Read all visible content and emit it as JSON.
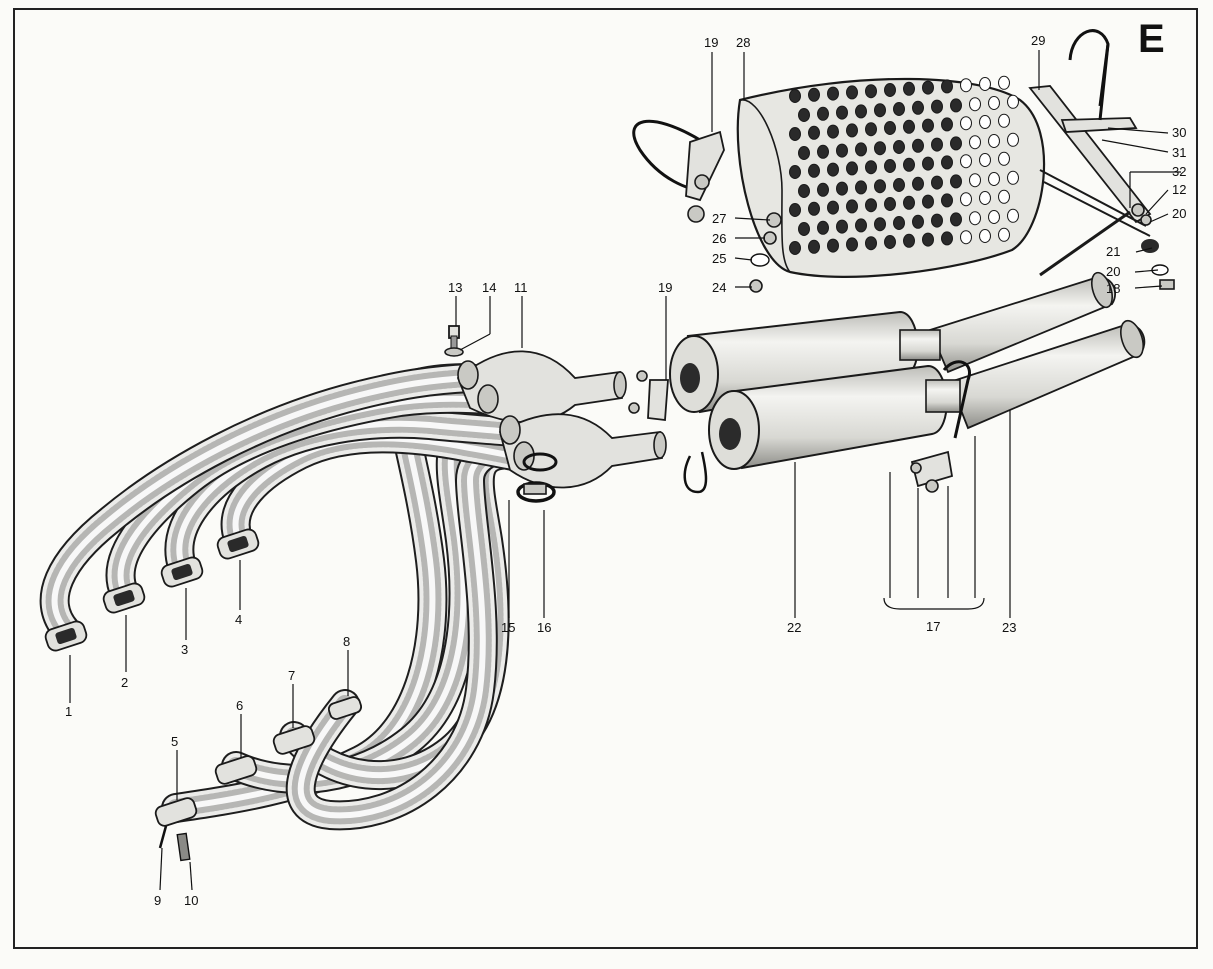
{
  "section_letter": "E",
  "callouts": [
    {
      "id": "1",
      "text": "1"
    },
    {
      "id": "2",
      "text": "2"
    },
    {
      "id": "3",
      "text": "3"
    },
    {
      "id": "4",
      "text": "4"
    },
    {
      "id": "5",
      "text": "5"
    },
    {
      "id": "6",
      "text": "6"
    },
    {
      "id": "7",
      "text": "7"
    },
    {
      "id": "8",
      "text": "8"
    },
    {
      "id": "9",
      "text": "9"
    },
    {
      "id": "10",
      "text": "10"
    },
    {
      "id": "11",
      "text": "11"
    },
    {
      "id": "12",
      "text": "12"
    },
    {
      "id": "13",
      "text": "13"
    },
    {
      "id": "14",
      "text": "14"
    },
    {
      "id": "15",
      "text": "15"
    },
    {
      "id": "16",
      "text": "16"
    },
    {
      "id": "17",
      "text": "17"
    },
    {
      "id": "18",
      "text": "18"
    },
    {
      "id": "19a",
      "text": "19"
    },
    {
      "id": "19b",
      "text": "19"
    },
    {
      "id": "20a",
      "text": "20"
    },
    {
      "id": "20b",
      "text": "20"
    },
    {
      "id": "21",
      "text": "21"
    },
    {
      "id": "22",
      "text": "22"
    },
    {
      "id": "23",
      "text": "23"
    },
    {
      "id": "24",
      "text": "24"
    },
    {
      "id": "25",
      "text": "25"
    },
    {
      "id": "26",
      "text": "26"
    },
    {
      "id": "27",
      "text": "27"
    },
    {
      "id": "28",
      "text": "28"
    },
    {
      "id": "29",
      "text": "29"
    },
    {
      "id": "30",
      "text": "30"
    },
    {
      "id": "31",
      "text": "31"
    },
    {
      "id": "32",
      "text": "32"
    }
  ]
}
